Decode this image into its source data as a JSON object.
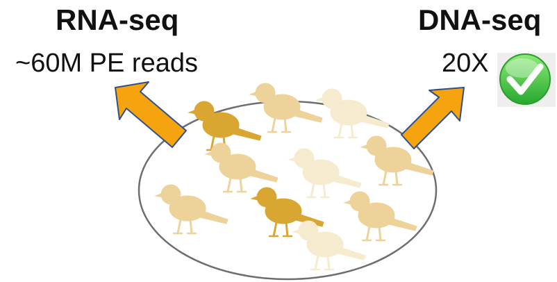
{
  "rna": {
    "title": "RNA-seq",
    "subtitle": "~60M PE reads"
  },
  "dna": {
    "title": "DNA-seq",
    "subtitle": "20X"
  },
  "colors": {
    "arrow_fill": "#F5A30F",
    "arrow_stroke": "#2F4F8A",
    "ellipse_stroke": "#6E6E6E",
    "ellipse_fill": "#FFFFFF",
    "bird_dark": "#D9A631",
    "bird_mid": "#EDD29A",
    "bird_light": "#F7EBCF",
    "check_green": "#4CC84C"
  },
  "icons": [
    "arrow-up-left-icon",
    "arrow-up-right-icon",
    "check-icon",
    "bird-icon"
  ]
}
